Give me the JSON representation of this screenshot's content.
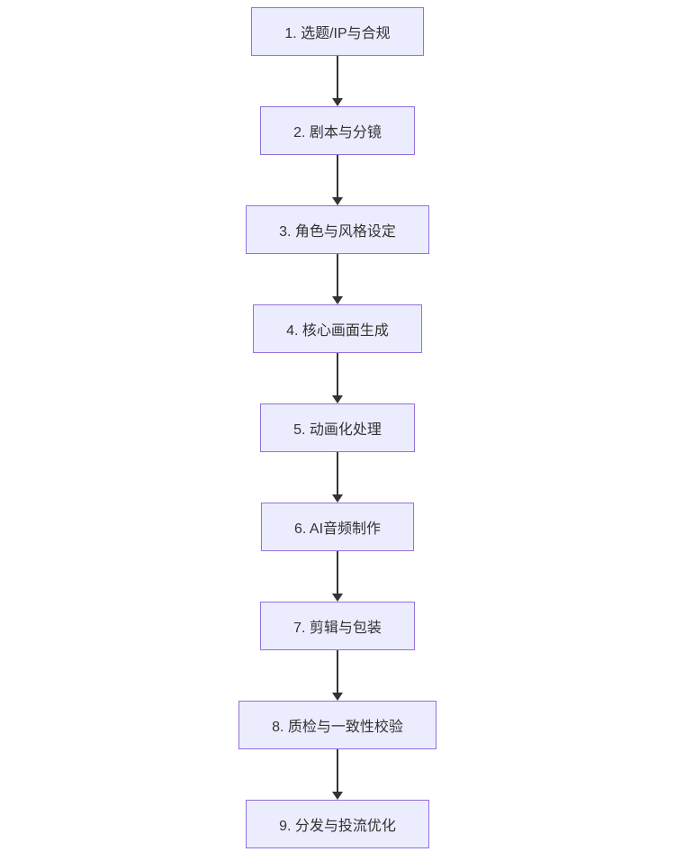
{
  "flowchart": {
    "direction": "top-down",
    "nodes": [
      {
        "label": "1. 选题/IP与合规"
      },
      {
        "label": "2. 剧本与分镜"
      },
      {
        "label": "3. 角色与风格设定"
      },
      {
        "label": "4. 核心画面生成"
      },
      {
        "label": "5. 动画化处理"
      },
      {
        "label": "6. AI音频制作"
      },
      {
        "label": "7. 剪辑与包装"
      },
      {
        "label": "8. 质检与一致性校验"
      },
      {
        "label": "9. 分发与投流优化"
      }
    ],
    "colors": {
      "node_fill": "#ECECFF",
      "node_border": "#9370DB",
      "node_text": "#333333",
      "arrow": "#333333",
      "background": "#FFFFFF"
    }
  }
}
